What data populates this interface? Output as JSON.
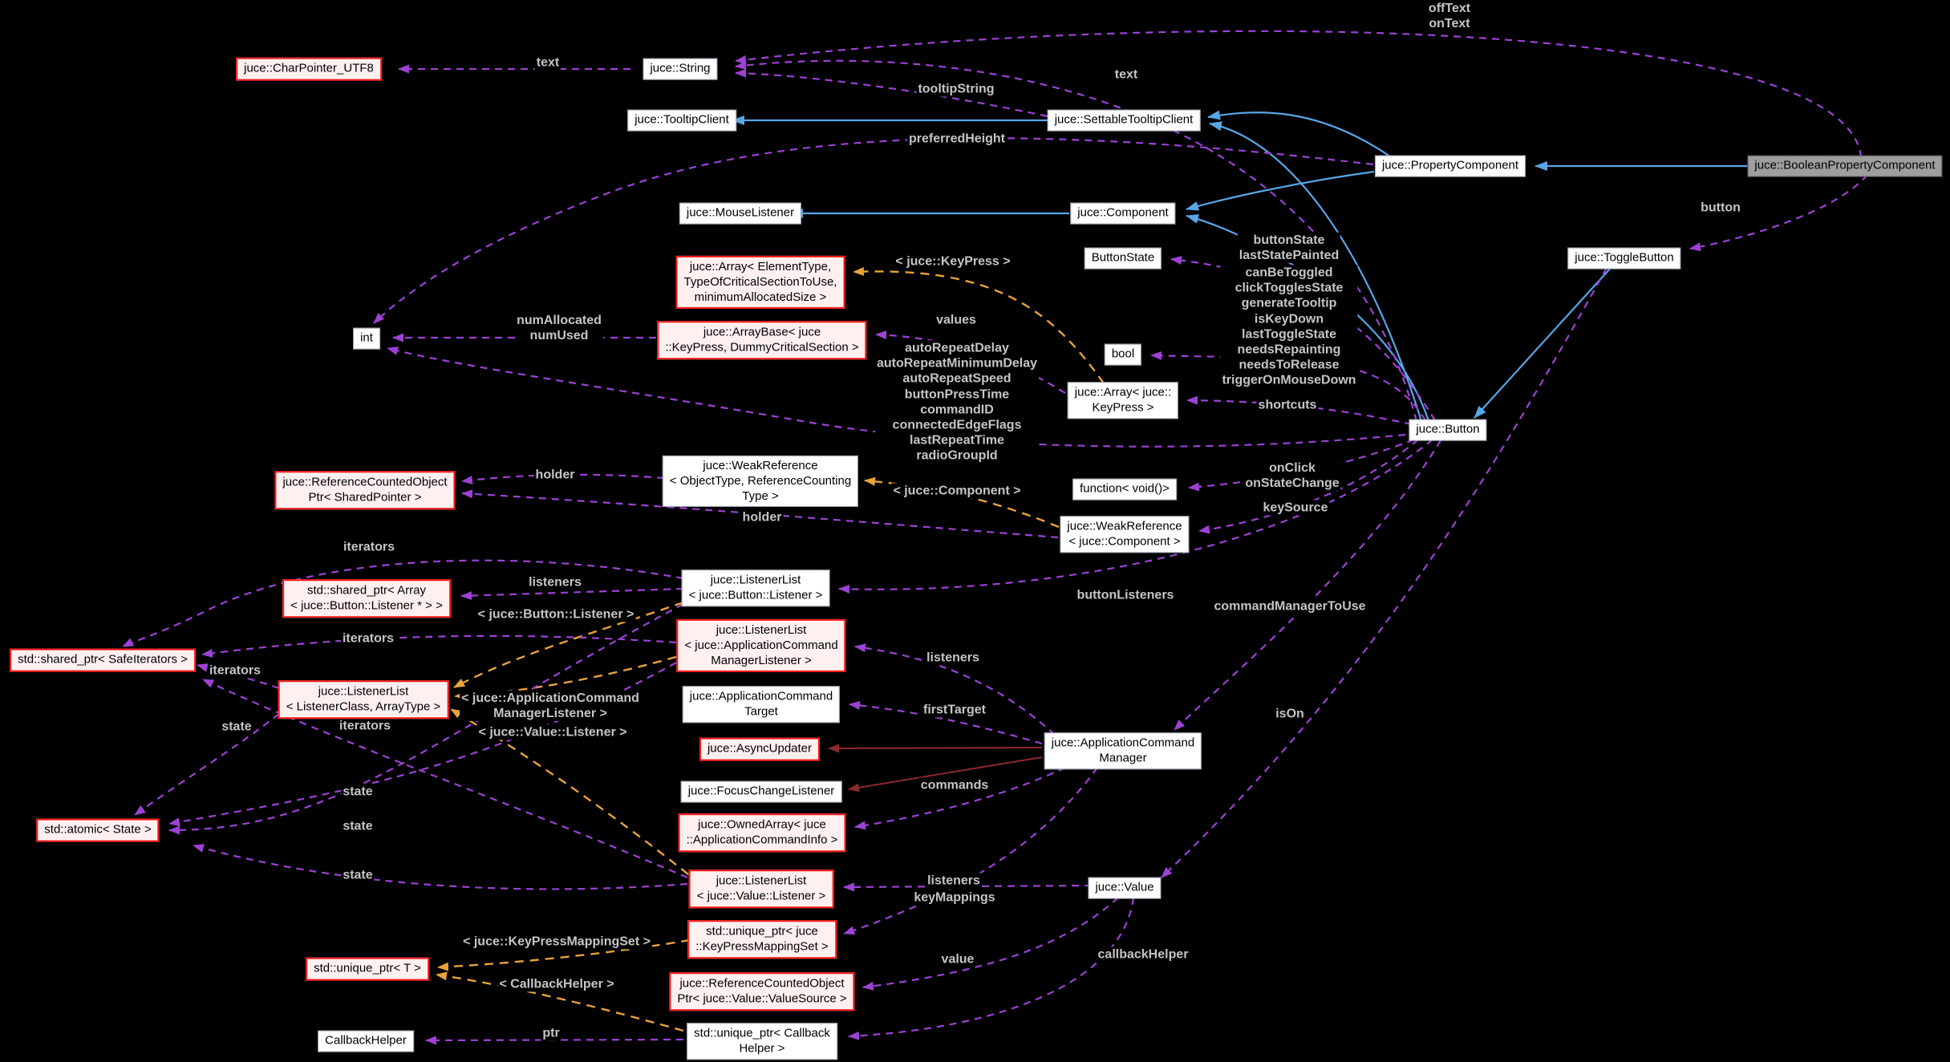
{
  "colors": {
    "background": "#000000",
    "edge_uses": "#9c42d4",
    "edge_inheritance": "#58a6e8",
    "edge_private_inheritance": "#8b2a2a",
    "edge_template": "#e8a23e",
    "node_bg": "#ffffff",
    "node_undocumented_bg": "#fff0f0",
    "node_undocumented_border": "#ff1414",
    "node_selected_bg": "#9e9e9e",
    "edge_label_color": "#c5c5c5"
  },
  "nodes": {
    "charpointer_utf8": {
      "label": "juce::CharPointer_UTF8"
    },
    "string": {
      "label": "juce::String"
    },
    "tooltipclient": {
      "label": "juce::TooltipClient"
    },
    "settabletooltipclient": {
      "label": "juce::SettableTooltipClient"
    },
    "propertycomponent": {
      "label": "juce::PropertyComponent"
    },
    "booleanpropertycomponent": {
      "label": "juce::BooleanPropertyComponent"
    },
    "mouselistener": {
      "label": "juce::MouseListener"
    },
    "component": {
      "label": "juce::Component"
    },
    "togglebutton": {
      "label": "juce::ToggleButton"
    },
    "buttonstate": {
      "label": "ButtonState"
    },
    "array_elementtype": {
      "label": "juce::Array< ElementType,\nTypeOfCriticalSectionToUse,\nminimumAllocatedSize >"
    },
    "int_node": {
      "label": "int"
    },
    "arraybase": {
      "label": "juce::ArrayBase< juce\n::KeyPress, DummyCriticalSection >"
    },
    "bool_node": {
      "label": "bool"
    },
    "array_keypress": {
      "label": "juce::Array< juce::\nKeyPress >"
    },
    "button": {
      "label": "juce::Button"
    },
    "refcounted_sharedptr": {
      "label": "juce::ReferenceCountedObject\nPtr< SharedPointer >"
    },
    "weakref_objecttype": {
      "label": "juce::WeakReference\n< ObjectType, ReferenceCounting\nType >"
    },
    "function_void": {
      "label": "function< void()>"
    },
    "weakref_component": {
      "label": "juce::WeakReference\n< juce::Component >"
    },
    "sharedptr_array_buttonlistener": {
      "label": "std::shared_ptr< Array\n< juce::Button::Listener * > >"
    },
    "listenerlist_buttonlistener": {
      "label": "juce::ListenerList\n< juce::Button::Listener >"
    },
    "sharedptr_safeiterators": {
      "label": "std::shared_ptr< SafeIterators >"
    },
    "listenerlist_generic": {
      "label": "juce::ListenerList\n< ListenerClass, ArrayType >"
    },
    "listenerlist_acml": {
      "label": "juce::ListenerList\n< juce::ApplicationCommand\nManagerListener >"
    },
    "appcommandtarget": {
      "label": "juce::ApplicationCommand\nTarget"
    },
    "asyncupdater": {
      "label": "juce::AsyncUpdater"
    },
    "appcommandmanager": {
      "label": "juce::ApplicationCommand\nManager"
    },
    "focuschangelistener": {
      "label": "juce::FocusChangeListener"
    },
    "ownedarray": {
      "label": "juce::OwnedArray< juce\n::ApplicationCommandInfo >"
    },
    "atomic_state": {
      "label": "std::atomic< State >"
    },
    "listenerlist_valuelistener": {
      "label": "juce::ListenerList\n< juce::Value::Listener >"
    },
    "value_node": {
      "label": "juce::Value"
    },
    "uniqueptr_keypressmappingset": {
      "label": "std::unique_ptr< juce\n::KeyPressMappingSet >"
    },
    "uniqueptr_t": {
      "label": "std::unique_ptr< T >"
    },
    "refcounted_valuesource": {
      "label": "juce::ReferenceCountedObject\nPtr< juce::Value::ValueSource >"
    },
    "callbackhelper_node": {
      "label": "CallbackHelper"
    },
    "uniqueptr_callbackhelper": {
      "label": "std::unique_ptr< Callback\nHelper >"
    }
  },
  "edge_labels": {
    "text_string": {
      "text": "text"
    },
    "offtext_ontext": {
      "text": "offText\nonText"
    },
    "text_button": {
      "text": "text"
    },
    "tooltipstring": {
      "text": "tooltipString"
    },
    "preferredheight": {
      "text": "preferredHeight"
    },
    "button_member": {
      "text": "button"
    },
    "buttonstate_painted": {
      "text": "buttonState\nlastStatePainted"
    },
    "tmpl_keypress": {
      "text": "< juce::KeyPress >"
    },
    "canbetoggled_block": {
      "text": "canBeToggled\nclickTogglesState\ngenerateTooltip\nisKeyDown\nlastToggleState\nneedsRepainting\nneedsToRelease\ntriggerOnMouseDown"
    },
    "numallocated_numused": {
      "text": "numAllocated\nnumUsed"
    },
    "values": {
      "text": "values"
    },
    "autorepeat_block": {
      "text": "autoRepeatDelay\nautoRepeatMinimumDelay\nautoRepeatSpeed\nbuttonPressTime\ncommandID\nconnectedEdgeFlags\nlastRepeatTime\nradioGroupId"
    },
    "shortcuts": {
      "text": "shortcuts"
    },
    "holder1": {
      "text": "holder"
    },
    "tmpl_component": {
      "text": "< juce::Component >"
    },
    "onclick_onstatechange": {
      "text": "onClick\nonStateChange"
    },
    "keysource": {
      "text": "keySource"
    },
    "holder2": {
      "text": "holder"
    },
    "iterators1": {
      "text": "iterators"
    },
    "listeners1": {
      "text": "listeners"
    },
    "buttonlisteners": {
      "text": "buttonListeners"
    },
    "tmpl_buttonlistener": {
      "text": "< juce::Button::Listener >"
    },
    "commandmanagertouse": {
      "text": "commandManagerToUse"
    },
    "iterators2": {
      "text": "iterators"
    },
    "listeners2": {
      "text": "listeners"
    },
    "iterators3": {
      "text": "iterators"
    },
    "tmpl_acml": {
      "text": "< juce::ApplicationCommand\nManagerListener >"
    },
    "firsttarget": {
      "text": "firstTarget"
    },
    "ison": {
      "text": "isOn"
    },
    "state1": {
      "text": "state"
    },
    "iterators4": {
      "text": "iterators"
    },
    "tmpl_valuelistener": {
      "text": "< juce::Value::Listener >"
    },
    "commands": {
      "text": "commands"
    },
    "state2": {
      "text": "state"
    },
    "state3": {
      "text": "state"
    },
    "state4": {
      "text": "state"
    },
    "listeners3": {
      "text": "listeners"
    },
    "keymappings": {
      "text": "keyMappings"
    },
    "tmpl_kpms": {
      "text": "< juce::KeyPressMappingSet >"
    },
    "value_member": {
      "text": "value"
    },
    "callbackhelper_member": {
      "text": "callbackHelper"
    },
    "tmpl_callbackhelper": {
      "text": "< CallbackHelper >"
    },
    "ptr": {
      "text": "ptr"
    }
  }
}
